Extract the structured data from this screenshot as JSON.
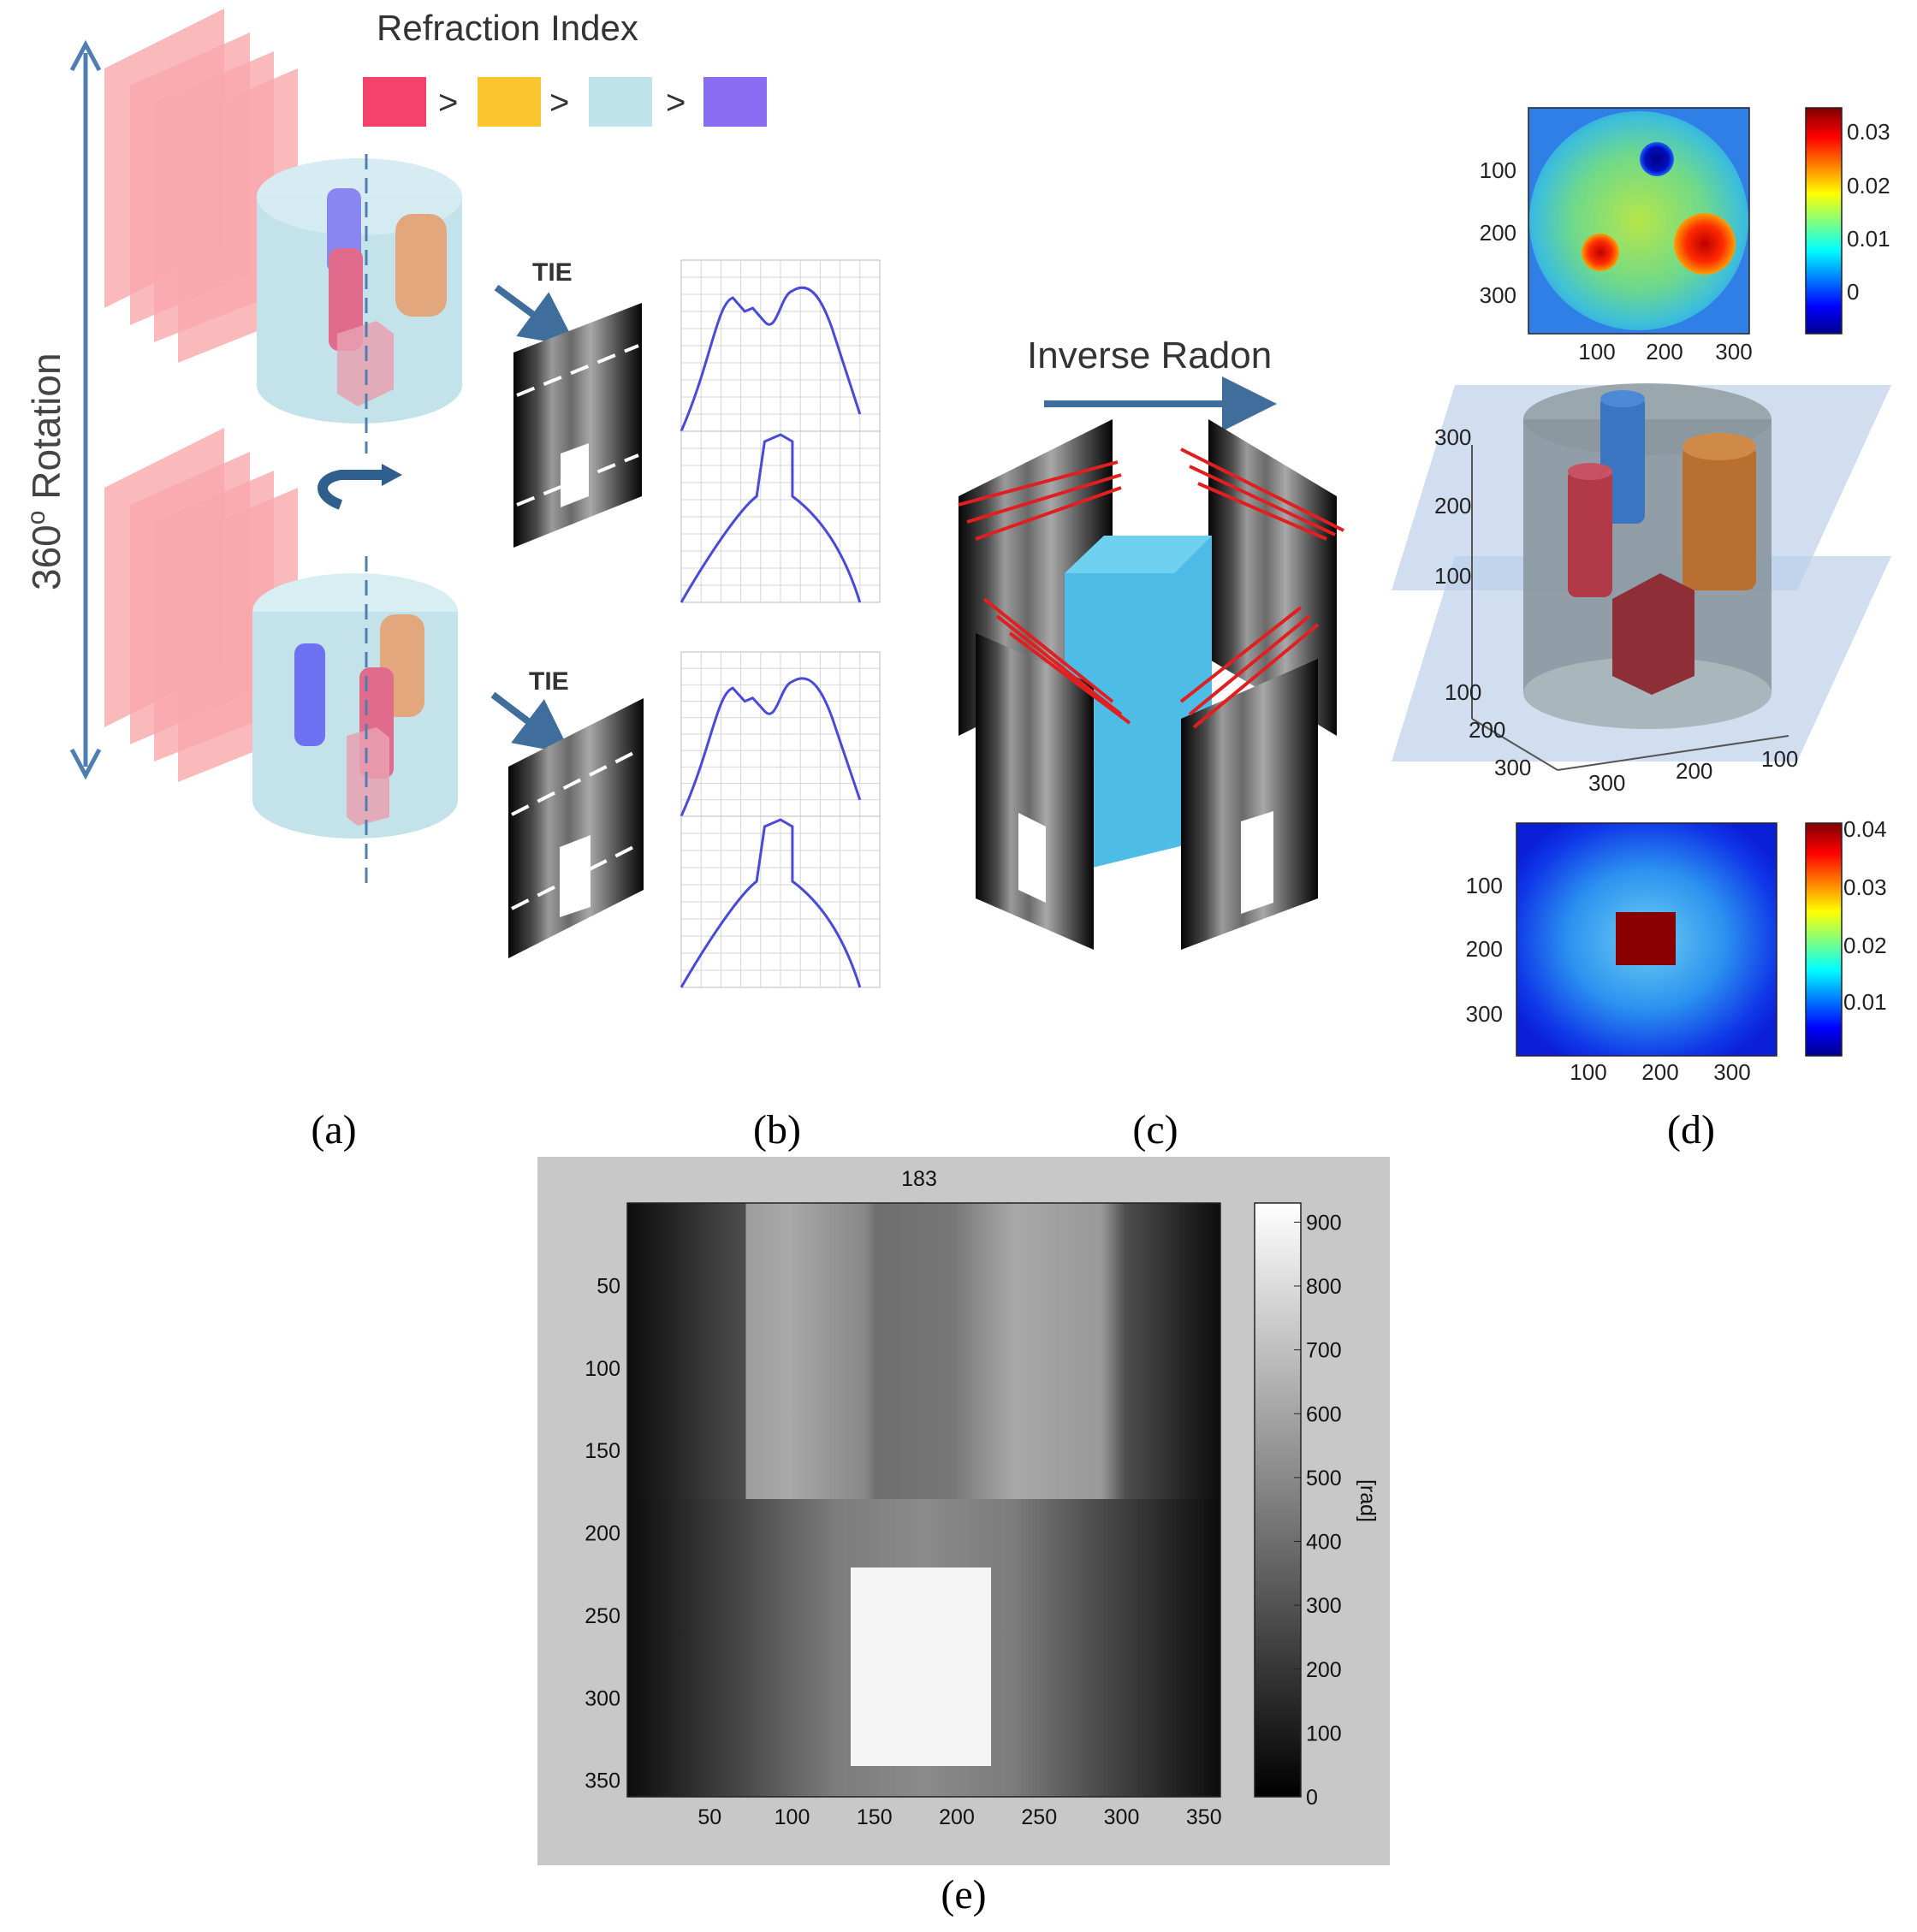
{
  "panel_a": {
    "legend_title": "Refraction Index",
    "legend_colors": [
      "#f4426a",
      "#fbc530",
      "#bfe3ea",
      "#8a6cf2"
    ],
    "legend_separator": ">",
    "rotation_label": "360",
    "rotation_superscript": "o",
    "rotation_word": "Rotation",
    "tie_top": "TIE",
    "tie_bottom": "TIE"
  },
  "panel_c": {
    "title": "Inverse Radon"
  },
  "panel_d": {
    "top_map": {
      "y_ticks": [
        "100",
        "200",
        "300"
      ],
      "x_ticks": [
        "100",
        "200",
        "300"
      ],
      "colorbar_ticks": [
        "0.03",
        "0.02",
        "0.01",
        "0"
      ]
    },
    "volume_3d": {
      "z_ticks": [
        "300",
        "200",
        "100"
      ],
      "y_ticks": [
        "100",
        "200",
        "300"
      ],
      "x_ticks": [
        "300",
        "200",
        "100"
      ]
    },
    "bottom_map": {
      "y_ticks": [
        "100",
        "200",
        "300"
      ],
      "x_ticks": [
        "100",
        "200",
        "300"
      ],
      "colorbar_ticks": [
        "0.04",
        "0.03",
        "0.02",
        "0.01"
      ]
    }
  },
  "panel_e": {
    "title": "183",
    "y_ticks": [
      "50",
      "100",
      "150",
      "200",
      "250",
      "300",
      "350"
    ],
    "x_ticks": [
      "50",
      "100",
      "150",
      "200",
      "250",
      "300",
      "350"
    ],
    "colorbar_ticks": [
      "900",
      "800",
      "700",
      "600",
      "500",
      "400",
      "300",
      "200",
      "100",
      "0"
    ],
    "colorbar_label": "[rad]"
  },
  "labels": {
    "a": "(a)",
    "b": "(b)",
    "c": "(c)",
    "d": "(d)",
    "e": "(e)"
  }
}
